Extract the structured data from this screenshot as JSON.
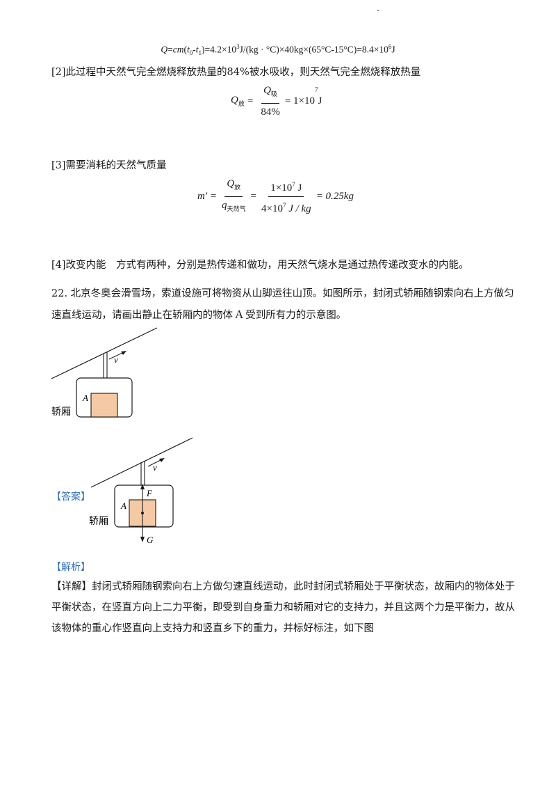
{
  "formula_top": {
    "q": "Q",
    "eq": "=",
    "cm": "cm",
    "paren_open": "(",
    "t0": "t",
    "t0_sub": "0",
    "dash": "-",
    "t1": "t",
    "t1_sub": "1",
    "rhs": ")=4.2×10",
    "exp3": "3",
    "rhs2": "J/(kg · °C)×40kg×(65°C-15°C)=8.4×10",
    "exp6": "6",
    "unit": "J"
  },
  "line2": "[2]此过程中天然气完全燃烧释放热量的84%被水吸收，则天然气完全燃烧释放热量",
  "eq1": {
    "lhs": "Q",
    "lhs_sub": "放",
    "num": "Q",
    "num_sub": "吸",
    "den": "84%",
    "rhs": "= 1×10",
    "rhs_exp": "7",
    "rhs_unit": " J"
  },
  "line3": "[3]需要消耗的天然气质量",
  "eq2": {
    "lhs": "m′ =",
    "num1": "Q",
    "num1_sub": "放",
    "den1": "q",
    "den1_sub": "天然气",
    "mid": "=",
    "num2": "1×10",
    "num2_exp": "7",
    "num2_unit": " J",
    "den2": "4×10",
    "den2_exp": "7",
    "den2_unit": " J / kg",
    "rhs": "= 0.25kg"
  },
  "line4": "[4]改变内能　方式有两种，分别是热传递和做功，用天然气烧水是通过热传递改变水的内能。",
  "q22_line1": "22. 北京冬奥会滑雪场，索道设施可将物资从山脚运往山顶。如图所示，封闭式轿厢随钢索向右上方做匀",
  "q22_line2a": "速直线运动，请画出静止在轿厢内的物体",
  "q22_line2_A": "A",
  "q22_line2b": "受到所有力的示意图。",
  "fig1": {
    "v": "v",
    "A": "A",
    "cabin": "轿厢"
  },
  "answer_label": "【答案】",
  "fig2": {
    "v": "v",
    "A": "A",
    "cabin": "轿厢",
    "F": "F",
    "G": "G"
  },
  "analysis_label": "【解析】",
  "detail_line1": "【详解】封闭式轿厢随钢索向右上方做匀速直线运动，此时封闭式轿厢处于平衡状态，故厢内的物体处于",
  "detail_line2": "平衡状态，在竖直方向上二力平衡，即受到自身重力和轿厢对它的支持力，并且这两个力是平衡力，故从",
  "detail_line3": "该物体的重心作竖直向上支持力和竖直乡下的重力，并标好标注，如下图",
  "colors": {
    "accent_blue": "#2e6fbf",
    "box_fill": "#f5c9a3"
  }
}
